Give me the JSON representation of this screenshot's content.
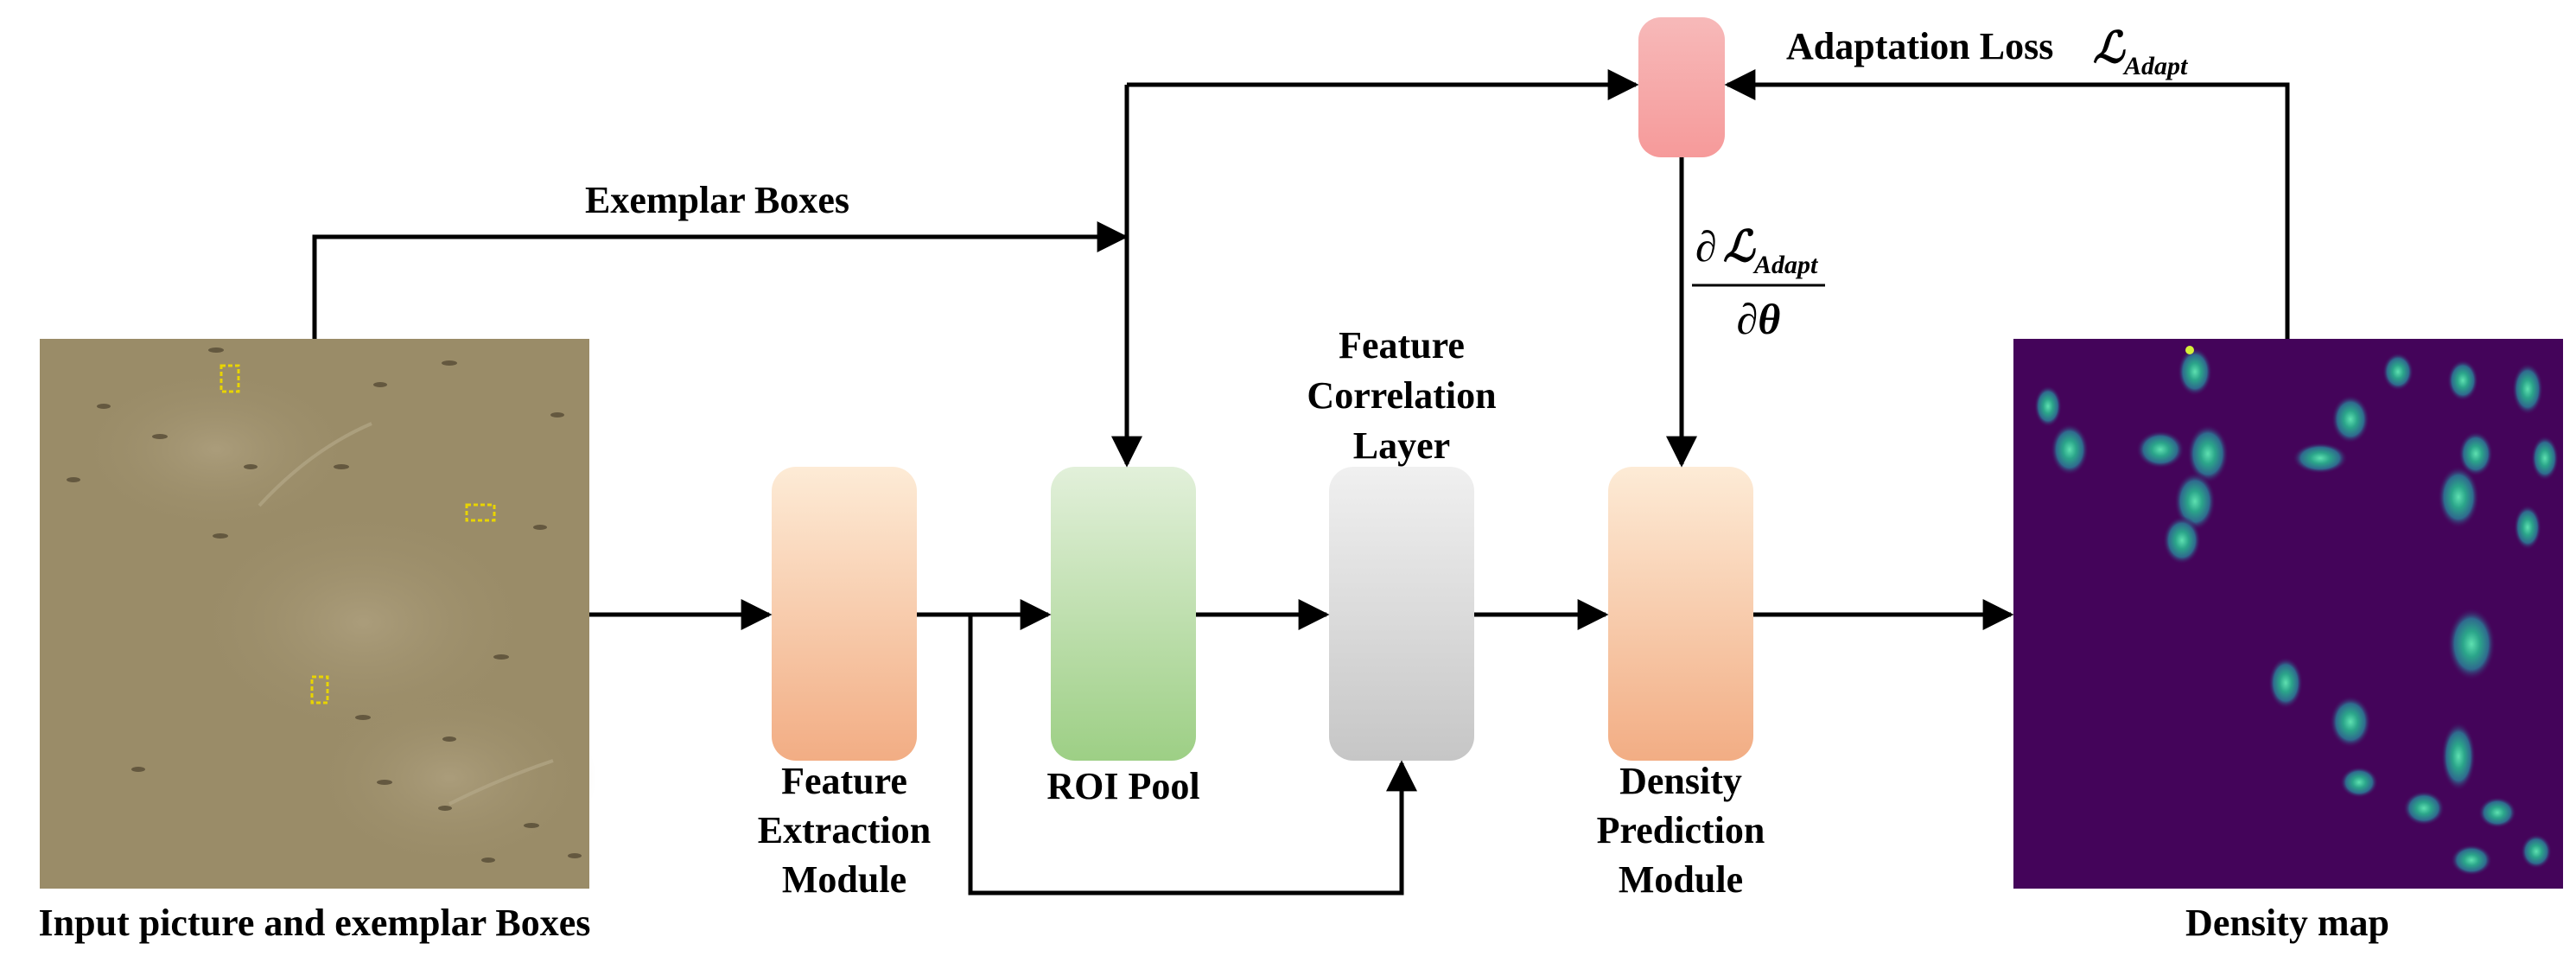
{
  "labels": {
    "input": "Input picture and exemplar Boxes",
    "exemplar_boxes": "Exemplar Boxes",
    "feature_extraction": [
      "Feature",
      "Extraction",
      "Module"
    ],
    "roi_pool": "ROI Pool",
    "feature_correlation": [
      "Feature",
      "Correlation",
      "Layer"
    ],
    "density_prediction": [
      "Density",
      "Prediction",
      "Module"
    ],
    "density_map": "Density map",
    "adaptation_loss": "Adaptation Loss",
    "loss_symbol": "ℒ",
    "loss_subscript": "Adapt",
    "grad_numerator_partial": "∂",
    "grad_denominator": "∂θ"
  },
  "colors": {
    "aerial_bg": "#9a8c68",
    "density_bg": "#44045a",
    "feature_extraction_top": "#fdebd6",
    "feature_extraction_bottom": "#f2ad84",
    "roi_pool_top": "#e2f0da",
    "roi_pool_bottom": "#9dcf85",
    "correlation_top": "#f0f0f0",
    "correlation_bottom": "#c6c6c6",
    "loss_box_top": "#f7b9b9",
    "loss_box_bottom": "#f69a9a",
    "exemplar_box_color": "#e8d400"
  }
}
